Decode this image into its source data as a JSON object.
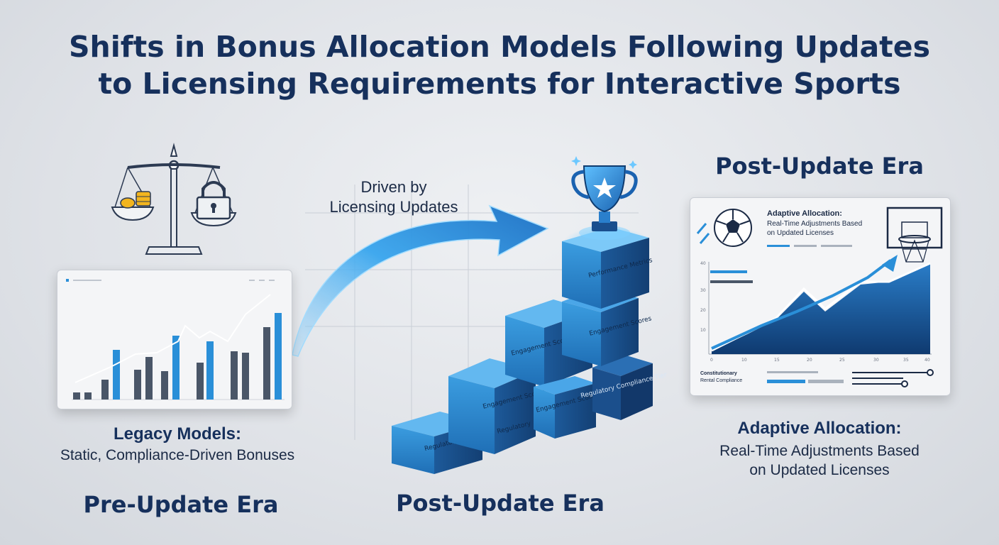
{
  "title_line1": "Shifts in Bonus Allocation Models Following Updates",
  "title_line2": "to Licensing Requirements for Interactive Sports",
  "arrow_label_line1": "Driven by",
  "arrow_label_line2": "Licensing Updates",
  "left": {
    "heading": "Legacy Models:",
    "subtext": "Static, Compliance-Driven Bonuses",
    "era": "Pre-Update Era"
  },
  "center": {
    "era": "Post-Update Era",
    "blocks": [
      "Regulatory Metrics",
      "Engagement Scores",
      "Regulatory",
      "Engagement Scores",
      "Engagement Scores",
      "Regulatory Compliance Tiers",
      "Engagement Scores",
      "Performance Metrics"
    ]
  },
  "right": {
    "era": "Post-Update Era",
    "panel_heading": "Adaptive Allocation:",
    "panel_subtext_line1": "Real-Time Adjustments Based",
    "panel_subtext_line2": "on Updated Licenses",
    "panel_footer_line1": "Constitutionary",
    "panel_footer_line2": "Rental Compliance",
    "heading": "Adaptive Allocation:",
    "subtext_line1": "Real-Time Adjustments Based",
    "subtext_line2": "on Updated Licenses"
  },
  "colors": {
    "navy": "#16305c",
    "blue": "#2a8fd8",
    "dark_bar": "#4a5668"
  },
  "icons": [
    "scale-icon",
    "lock-icon",
    "coins-icon",
    "trophy-icon",
    "star-icon",
    "soccer-ball-icon",
    "basketball-hoop-icon"
  ]
}
